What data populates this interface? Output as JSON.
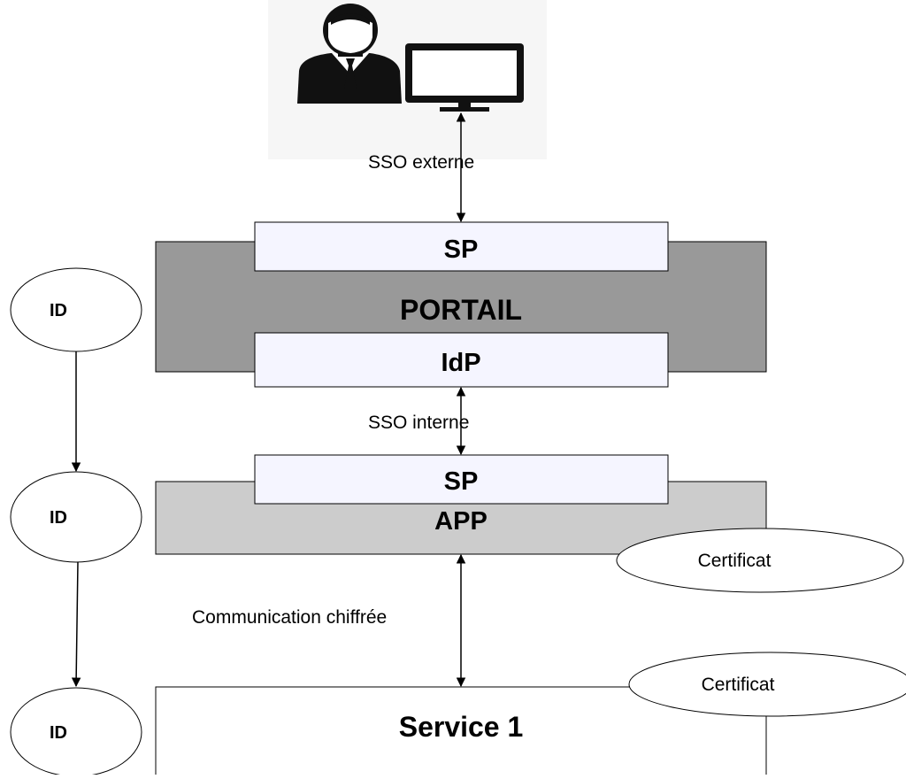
{
  "user": {
    "person_icon": "user-icon",
    "monitor_icon": "monitor-icon"
  },
  "links": {
    "sso_externe": "SSO externe",
    "sso_interne": "SSO interne",
    "communication": "Communication chiffrée"
  },
  "portail": {
    "label": "PORTAIL",
    "sp_label": "SP",
    "idp_label": "IdP"
  },
  "app": {
    "label": "APP",
    "sp_label": "SP",
    "certificate": "Certificat"
  },
  "service": {
    "label": "Service 1",
    "certificate": "Certificat"
  },
  "identities": [
    {
      "label": "ID"
    },
    {
      "label": "ID"
    },
    {
      "label": "ID"
    }
  ],
  "colors": {
    "portail_fill": "#999999",
    "app_fill": "#cccccc",
    "sp_fill": "#f5f5ff",
    "service_fill": "#ffffff",
    "stroke": "#000000"
  }
}
